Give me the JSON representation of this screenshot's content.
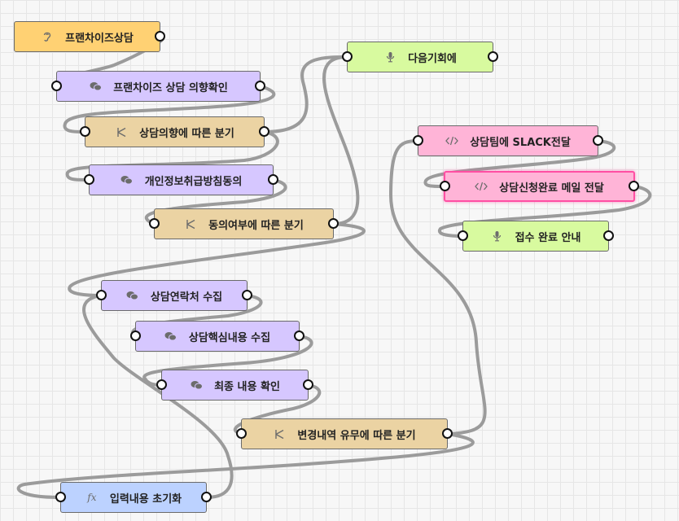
{
  "nodes": {
    "franchise_consult": {
      "label": "프랜차이즈상담",
      "icon": "ear-icon"
    },
    "intent_check": {
      "label": "프랜차이즈 상담 의향확인",
      "icon": "chat-bubble-icon"
    },
    "intent_branch": {
      "label": "상담의향에 따른 분기",
      "icon": "branch-icon"
    },
    "privacy_consent": {
      "label": "개인정보취급방침동의",
      "icon": "chat-bubble-icon"
    },
    "consent_branch": {
      "label": "동의여부에 따른 분기",
      "icon": "branch-icon"
    },
    "next_time": {
      "label": "다음기회에",
      "icon": "microphone-icon"
    },
    "contact_collect": {
      "label": "상담연락처 수집",
      "icon": "chat-bubble-icon"
    },
    "content_collect": {
      "label": "상담핵심내용 수집",
      "icon": "chat-bubble-icon"
    },
    "final_confirm": {
      "label": "최종 내용 확인",
      "icon": "chat-bubble-icon"
    },
    "change_branch": {
      "label": "변경내역 유무에 따른 분기",
      "icon": "branch-icon"
    },
    "reset_input": {
      "label": "입력내용 초기화",
      "icon": "function-icon",
      "icon_text": "fx"
    },
    "slack_send": {
      "label": "상담팀에 SLACK전달",
      "icon": "code-icon"
    },
    "mail_send": {
      "label": "상담신청완료 메일 전달",
      "icon": "code-icon"
    },
    "receipt_notice": {
      "label": "접수 완료 안내",
      "icon": "microphone-icon"
    }
  },
  "colors": {
    "ear": "#ffd173",
    "chat": "#d6c7ff",
    "branch": "#ebd3a3",
    "voice": "#d8fa9f",
    "code": "#ffb4d7",
    "function": "#bcd2ff",
    "selected_border": "#ff4fa3",
    "edge": "#9b9b9b"
  },
  "selected_node": "mail_send",
  "edges": [
    [
      "franchise_consult",
      "intent_check"
    ],
    [
      "intent_check",
      "intent_branch"
    ],
    [
      "intent_branch",
      "next_time"
    ],
    [
      "intent_branch",
      "privacy_consent"
    ],
    [
      "privacy_consent",
      "consent_branch"
    ],
    [
      "consent_branch",
      "next_time"
    ],
    [
      "consent_branch",
      "contact_collect"
    ],
    [
      "contact_collect",
      "content_collect"
    ],
    [
      "content_collect",
      "final_confirm"
    ],
    [
      "final_confirm",
      "change_branch"
    ],
    [
      "change_branch",
      "reset_input"
    ],
    [
      "change_branch",
      "slack_send"
    ],
    [
      "reset_input",
      "contact_collect"
    ],
    [
      "slack_send",
      "mail_send"
    ],
    [
      "mail_send",
      "receipt_notice"
    ]
  ]
}
